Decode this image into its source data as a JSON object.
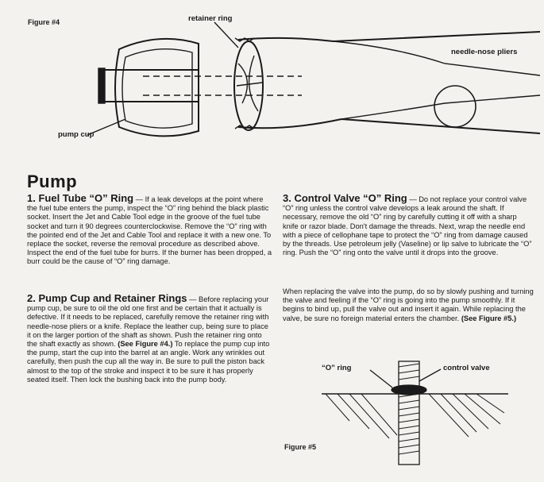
{
  "figure4": {
    "label": "Figure #4",
    "callout_retainer": "retainer ring",
    "callout_pliers": "needle-nose pliers",
    "callout_cup": "pump cup"
  },
  "page_heading": "Pump",
  "sections": {
    "s1": {
      "title": "1. Fuel Tube “O” Ring",
      "body": " — If a leak develops at the point where the fuel tube enters the pump, inspect the “O” ring behind the black plastic socket. Insert the Jet and Cable Tool edge in the groove of the fuel tube socket and turn it 90 degrees counterclockwise. Remove the “O” ring with the pointed end of the Jet and Cable Tool and replace it with a new one. To replace the socket, reverse the removal procedure as described above. Inspect the end of the fuel tube for burrs. If the burner has been dropped, a burr could be the cause of “O” ring damage."
    },
    "s2": {
      "title": "2. Pump Cup and Retainer Rings",
      "body_a": " — Before replacing your pump cup, be sure to oil the old one first and be certain that it actually is defective. If it needs to be replaced, carefully remove the retainer ring with needle-nose pliers or a knife. Replace the leather cup, being sure to place it on the larger portion of the shaft as shown. Push the retainer ring onto the shaft exactly as shown. ",
      "see": "(See Figure #4.)",
      "body_b": " To replace the pump cup into the pump, start the cup into the barrel at an angle. Work any wrinkles out carefully, then push the cup all the way in. Be sure to pull the piston back almost to the top of the stroke and inspect it to be sure it has properly seated itself. Then lock the bushing back into the pump body."
    },
    "s3": {
      "title": "3. Control Valve “O” Ring",
      "body": " — Do not replace your control valve “O” ring unless the control valve develops a leak around the shaft. If necessary, remove the old “O” ring by carefully cutting it off with a sharp knife or razor blade. Don't damage the threads. Next, wrap the needle end with a piece of cellophane tape to protect the “O” ring from damage caused by the threads. Use petroleum jelly (Vaseline) or lip salve to lubricate the “O” ring. Push the “O” ring onto the valve until it drops into the groove.",
      "para2": "When replacing the valve into the pump, do so by slowly pushing and turning the valve and feeling if the “O” ring is going into the pump smoothly. If it begins to bind up, pull the valve out and insert it again. While replacing the valve, be sure no foreign material enters the chamber.",
      "see": "(See Figure #5.)"
    }
  },
  "figure5": {
    "label": "Figure #5",
    "callout_oring": "“O” ring",
    "callout_valve": "control valve"
  }
}
